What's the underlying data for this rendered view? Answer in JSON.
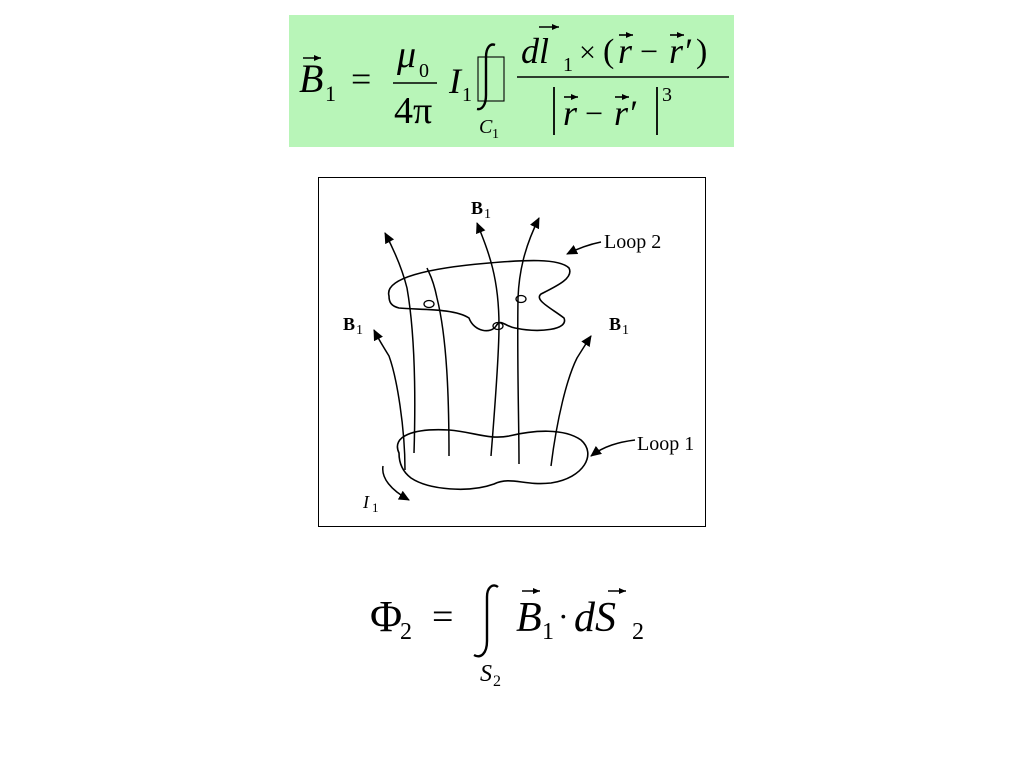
{
  "colors": {
    "formula_box_background": "#b8f5b8",
    "ink": "#000000"
  },
  "formula_top": {
    "lhs_symbol": "B",
    "lhs_subscript": "1",
    "equals": "=",
    "numerator": "μ",
    "numerator_subscript": "0",
    "denominator": "4π",
    "current": "I",
    "current_subscript": "1",
    "contour": "C",
    "contour_subscript": "1",
    "integrand_numerator": "dl",
    "integrand_numerator_subscript": "1",
    "cross": "×",
    "open_paren": "(",
    "r": "r",
    "minus": "−",
    "r_prime": "r′",
    "close_paren": ")",
    "exponent": "3",
    "integral_icon": "contour-integral-icon"
  },
  "diagram": {
    "label_b1_top": "B",
    "label_b1_left": "B",
    "label_b1_right": "B",
    "label_b1_subscript": "1",
    "loop2_label": "Loop 2",
    "loop1_label": "Loop 1",
    "current_label": "I",
    "current_subscript": "1"
  },
  "formula_bottom": {
    "lhs": "Φ",
    "lhs_subscript": "2",
    "equals": "=",
    "surface": "S",
    "surface_subscript": "2",
    "field": "B",
    "field_subscript": "1",
    "dot": "·",
    "differential": "dS",
    "differential_subscript": "2",
    "integral_icon": "integral-icon"
  }
}
